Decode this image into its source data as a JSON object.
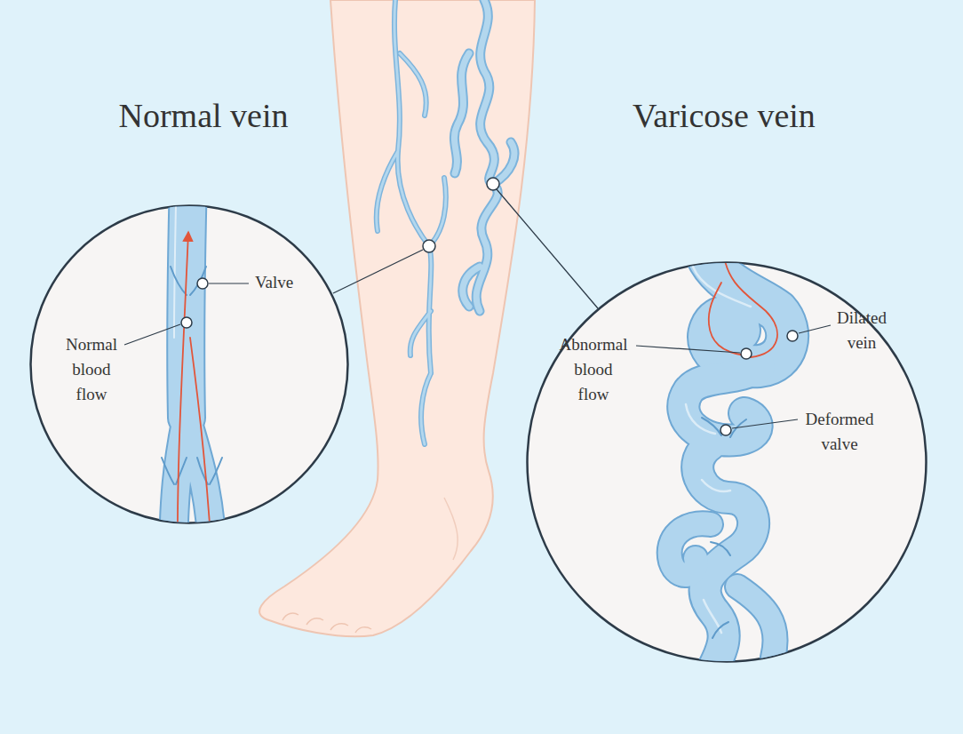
{
  "diagram": {
    "nodes": [
      {
        "text": [
          "Normal vein",
          "Valve",
          "Normal blood flow"
        ]
      },
      {
        "text": [
          "Varicose vein",
          "Abnormal blood flow",
          "Dilated vein",
          "Deformed valve"
        ]
      }
    ]
  }
}
